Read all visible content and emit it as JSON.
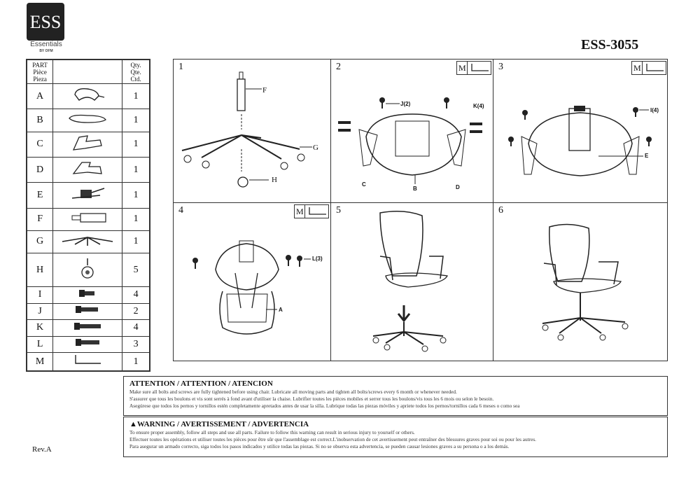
{
  "brand": {
    "logo_letters": "ESS",
    "name": "Essentials",
    "sub": "BY OFM"
  },
  "model": "ESS-3055",
  "parts_table": {
    "header_part": [
      "PART",
      "Pièce",
      "Pieza"
    ],
    "header_qty": [
      "Qty.",
      "Qte.",
      "Ctd."
    ],
    "rows": [
      {
        "letter": "A",
        "icon": "back-frame-icon",
        "qty": "1"
      },
      {
        "letter": "B",
        "icon": "seat-pan-icon",
        "qty": "1"
      },
      {
        "letter": "C",
        "icon": "armrest-bracket-left-icon",
        "qty": "1"
      },
      {
        "letter": "D",
        "icon": "armrest-bracket-right-icon",
        "qty": "1"
      },
      {
        "letter": "E",
        "icon": "mechanism-icon",
        "qty": "1"
      },
      {
        "letter": "F",
        "icon": "gas-cylinder-icon",
        "qty": "1"
      },
      {
        "letter": "G",
        "icon": "star-base-icon",
        "qty": "1"
      },
      {
        "letter": "H",
        "icon": "caster-icon",
        "qty": "5"
      },
      {
        "letter": "I",
        "icon": "short-bolt-icon",
        "qty": "4"
      },
      {
        "letter": "J",
        "icon": "medium-bolt-icon",
        "qty": "2"
      },
      {
        "letter": "K",
        "icon": "long-bolt-icon",
        "qty": "4"
      },
      {
        "letter": "L",
        "icon": "bolt-icon",
        "qty": "3"
      },
      {
        "letter": "M",
        "icon": "allen-key-icon",
        "qty": "1"
      }
    ]
  },
  "steps": [
    {
      "num": "1",
      "labels": {
        "f": "F",
        "g": "G",
        "h": "H"
      }
    },
    {
      "num": "2",
      "tool": "M",
      "labels": {
        "j": "J(2)",
        "k": "K(4)",
        "c": "C",
        "b": "B",
        "d": "D"
      }
    },
    {
      "num": "3",
      "tool": "M",
      "labels": {
        "i": "I(4)",
        "e": "E"
      }
    },
    {
      "num": "4",
      "tool": "M",
      "labels": {
        "l": "L(3)",
        "a": "A"
      }
    },
    {
      "num": "5"
    },
    {
      "num": "6"
    }
  ],
  "attention": {
    "title": "ATTENTION / ATTENTION / ATENCION",
    "lines": [
      "Make sure all bolts and screws are fully tightened before using chair. Lubricate all moving parts and tighten all bolts/screws every 6 month or whenever needed.",
      "S'assurer que tous les boulons et vis sont serrés à fond avant d'utiliser la chaise. Lubrifier toutes les pièces mobiles et serrer tous les boulons/vis tous les 6 mois ou selon le besoin.",
      "Asegúrese que todos los pernos y tornillos estén completamente apretados antes de usar la silla. Lubrique todas las piezas móviles y apriete todos los pernos/tornillos cada 6 meses o como sea"
    ]
  },
  "warning": {
    "title": "WARNING / AVERTISSEMENT / ADVERTENCIA",
    "lines": [
      "To ensure proper assembly, follow all steps and use all parts. Failure to follow this warning can result in serious injury to yourself or others.",
      "Effectuer toutes les opérations et utiliser toutes les pièces pour être sûr que l'assemblage est correct.L'inobservation de cet avertissement peut entraîner des blessures graves pour soi ou pour les autres.",
      "Para asegurar un armado correcto, siga todos los pasos indicados y utilice todas las piezas. Si no se observa esta advertencia, se pueden causar lesiones graves a su persona o a los demás."
    ]
  },
  "revision": "Rev.A"
}
